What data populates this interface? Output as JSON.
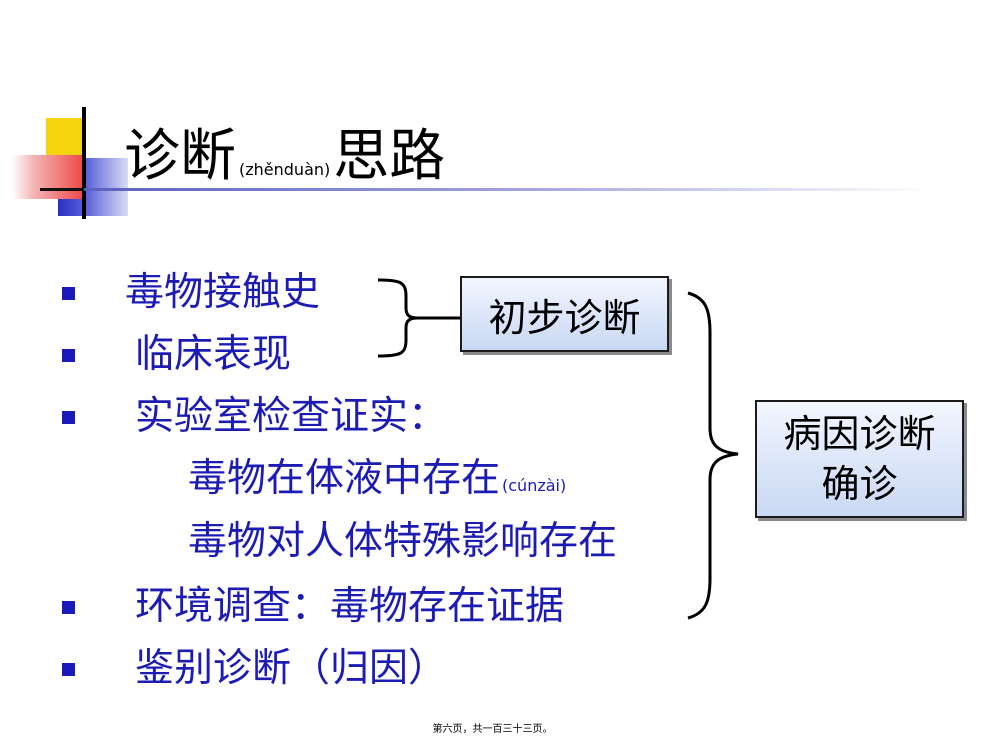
{
  "slide": {
    "title_main": "诊断",
    "title_pinyin": "(zhěnduàn)",
    "title_end": "思路"
  },
  "items": [
    {
      "text": "毒物接触史",
      "bullet": true
    },
    {
      "text": "临床表现",
      "bullet": true
    },
    {
      "text": "实验室检查证实：",
      "bullet": true
    },
    {
      "text": "毒物在体液中存在",
      "pinyin": "(cúnzài)",
      "bullet": false
    },
    {
      "text": "毒物对人体特殊影响存在",
      "bullet": false
    },
    {
      "text": "环境调查：毒物存在证据",
      "bullet": true
    },
    {
      "text": "鉴别诊断（归因）",
      "bullet": true
    }
  ],
  "boxes": {
    "preliminary": "初步诊断",
    "cause_line1": "病因诊断",
    "cause_line2": "确诊"
  },
  "footer": "第六页，共一百三十三页。",
  "colors": {
    "text_blue": "#1c1cb4",
    "bullet_blue": "#1a1ab8",
    "box_fill": "#c9d8f3"
  }
}
